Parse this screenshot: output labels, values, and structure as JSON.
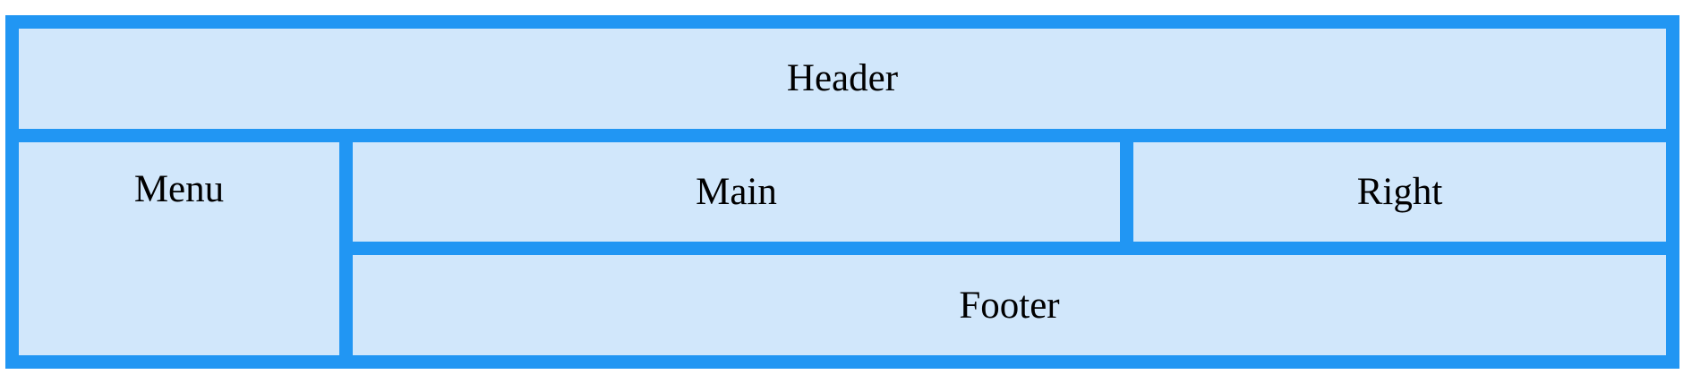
{
  "layout": {
    "header_label": "Header",
    "menu_label": "Menu",
    "main_label": "Main",
    "right_label": "Right",
    "footer_label": "Footer"
  },
  "colors": {
    "border": "#2196f3",
    "cell_background": "#d1e7fb",
    "text": "#000000"
  }
}
